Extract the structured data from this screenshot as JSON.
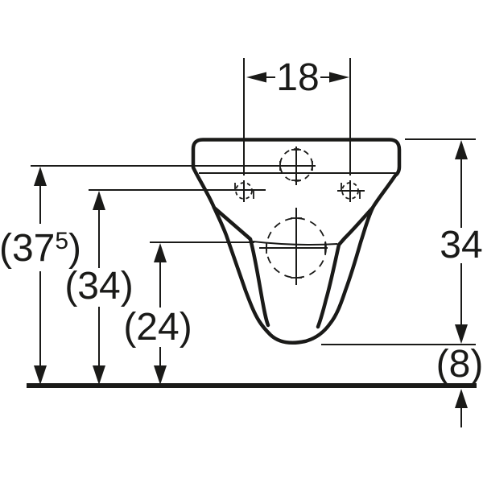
{
  "drawing": {
    "type": "technical dimension drawing",
    "subject": "wall-hung toilet, front view with mounting dimensions (cm)",
    "background_color": "#ffffff",
    "line_color": "#1a1a18",
    "dimensions": {
      "hole_spacing": {
        "label": "18",
        "meaning": "distance between fixing holes"
      },
      "supply_height": {
        "prefix": "(37",
        "sup": "5",
        "suffix": ")",
        "meaning": "height of water supply centre above floor"
      },
      "fixing_height": {
        "label": "(34)",
        "meaning": "height of fixing holes above floor"
      },
      "outlet_height": {
        "label": "(24)",
        "meaning": "height of outlet centre above floor"
      },
      "rim_to_bottom": {
        "label": "34",
        "meaning": "top edge to bowl underside"
      },
      "bottom_clearance": {
        "label": "(8)",
        "meaning": "clearance bowl underside to floor"
      }
    }
  }
}
